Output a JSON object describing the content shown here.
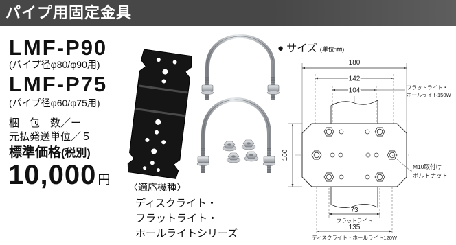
{
  "header": {
    "title": "パイプ用固定金具"
  },
  "products": [
    {
      "model": "LMF-P90",
      "pipe_note": "(パイプ径φ80/φ90用)"
    },
    {
      "model": "LMF-P75",
      "pipe_note": "(パイプ径φ60/φ75用)"
    }
  ],
  "packing": {
    "quantity": "梱　包　数／ー",
    "shipping_unit": "元払発送単位／５"
  },
  "price": {
    "label": "標準価格",
    "tax_note": "(税別)",
    "amount": "10,000",
    "currency": "円"
  },
  "compatible_models": {
    "heading": "〈適応機種〉",
    "items": [
      "ディスクライト・",
      "フラットライト・",
      "ホールライトシリーズ"
    ]
  },
  "size": {
    "title": "● サイズ",
    "unit": "(単位:㎜)"
  },
  "drawing": {
    "dimensions": {
      "width_outer": "180",
      "hole_142": "142",
      "hole_104": "104",
      "height": "100",
      "hole_73": "73",
      "hole_135": "135"
    },
    "callouts": {
      "hole_104_line1": "フラットライト・",
      "hole_104_line2": "ホールライト150W",
      "bolt_line1": "M10取付け",
      "bolt_line2": "ボルトナット",
      "hole_73": "フラットライト",
      "hole_135": "ディスクライト・ホールライト120W"
    }
  },
  "colors": {
    "header_bg": "#474747",
    "header_text": "#ffffff",
    "text": "#111111",
    "bracket": "#151515",
    "steel": "#b9bdc1",
    "drawing_line": "#333333"
  }
}
